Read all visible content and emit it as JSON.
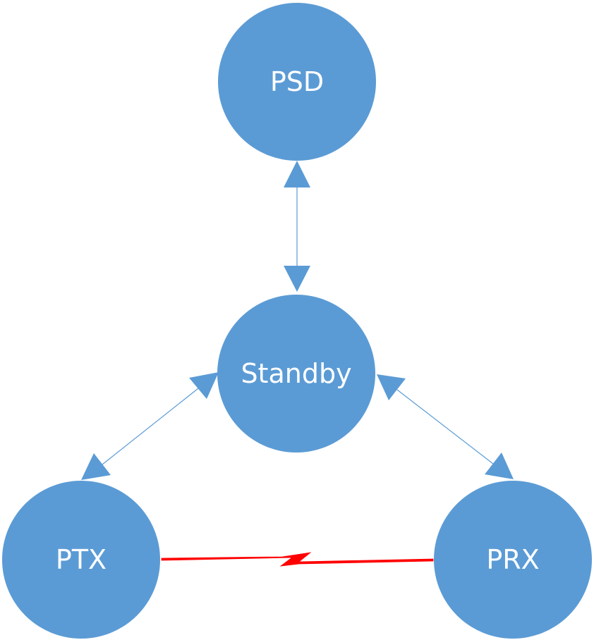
{
  "diagram": {
    "nodes": [
      {
        "id": "psd",
        "label": "PSD"
      },
      {
        "id": "standby",
        "label": "Standby"
      },
      {
        "id": "ptx",
        "label": "PTX"
      },
      {
        "id": "prx",
        "label": "PRX"
      }
    ],
    "edges": [
      {
        "from": "standby",
        "to": "psd",
        "type": "bidirectional"
      },
      {
        "from": "standby",
        "to": "ptx",
        "type": "bidirectional"
      },
      {
        "from": "standby",
        "to": "prx",
        "type": "bidirectional"
      },
      {
        "from": "ptx",
        "to": "prx",
        "type": "wireless-link"
      }
    ],
    "colors": {
      "node_fill": "#5b9bd5",
      "node_text": "#ffffff",
      "arrow": "#5b9bd5",
      "link": "#ff0000"
    }
  }
}
